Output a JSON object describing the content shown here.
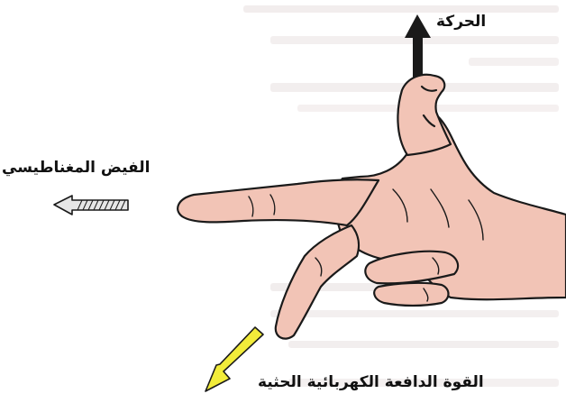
{
  "labels": {
    "motion": "الحركة",
    "magnetic_flux": "الفيض المغناطيسي",
    "induced_emf": "القوة الدافعة الكهربائية الحثية"
  },
  "colors": {
    "skin": "#f2c4b6",
    "skin_shadow": "#e3a99a",
    "outline": "#1a1a1a",
    "background_text": "#e6dede",
    "motion_arrow": "#1a1a1a",
    "flux_arrow": "#d9d9d9",
    "emf_arrow": "#f2ec3a"
  },
  "icons": {
    "motion": "arrow-up-icon",
    "magnetic_flux": "arrow-left-icon",
    "induced_emf": "arrow-down-left-icon"
  }
}
